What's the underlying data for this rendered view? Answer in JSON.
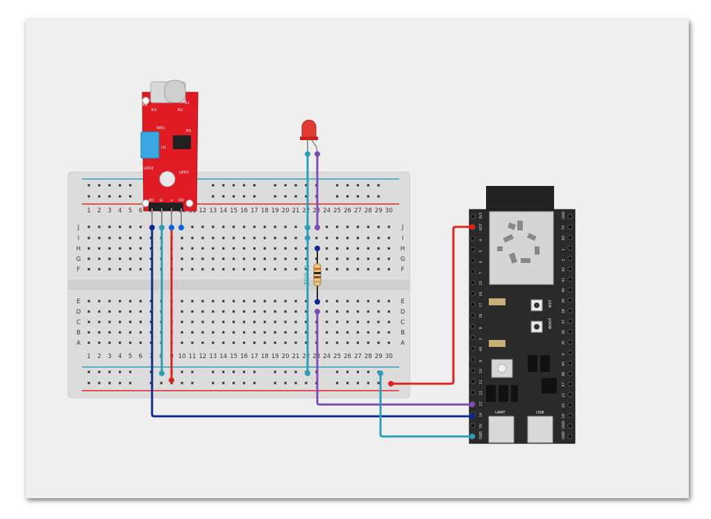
{
  "breadboard": {
    "columns": [
      "1",
      "2",
      "3",
      "4",
      "5",
      "6",
      "7",
      "8",
      "9",
      "10",
      "11",
      "12",
      "13",
      "14",
      "15",
      "16",
      "17",
      "18",
      "19",
      "20",
      "21",
      "22",
      "23",
      "24",
      "25",
      "26",
      "27",
      "28",
      "29",
      "30"
    ],
    "rows_top": [
      "J",
      "I",
      "H",
      "G",
      "F"
    ],
    "rows_bottom": [
      "E",
      "D",
      "C",
      "B",
      "A"
    ]
  },
  "mic_module": {
    "labels": [
      "R4",
      "R3",
      "R2",
      "R1",
      "U1",
      "R5",
      "LED2",
      "LED1",
      "WR1"
    ],
    "pin_labels": [
      "A0",
      "G",
      "+",
      "D0"
    ]
  },
  "resistor": {
    "label": "300 Ω"
  },
  "esp32": {
    "left_pins": [
      "3V3",
      "RST",
      "4",
      "5",
      "6",
      "7",
      "15",
      "16",
      "17",
      "18",
      "8",
      "3",
      "46",
      "9",
      "10",
      "11",
      "12",
      "13",
      "14",
      "5V",
      "GND"
    ],
    "right_pins": [
      "GND",
      "TX",
      "RX",
      "1",
      "2",
      "42",
      "41",
      "40",
      "39",
      "38",
      "37",
      "36",
      "35",
      "0",
      "45",
      "48",
      "47",
      "21",
      "20",
      "19",
      "GND",
      "GND"
    ],
    "buttons": [
      "RST",
      "BOOT"
    ],
    "ports": [
      "UART",
      "USB"
    ]
  },
  "colors": {
    "wire_dark_blue": "#0b2a8f",
    "wire_teal": "#2a9fb5",
    "wire_red": "#e0201b",
    "wire_purple": "#7e4bb0",
    "rail_blue": "#2a9fb5",
    "rail_red": "#e0201b",
    "board_pcb": "#2a2a2a",
    "mic_pcb": "#e01b23"
  }
}
